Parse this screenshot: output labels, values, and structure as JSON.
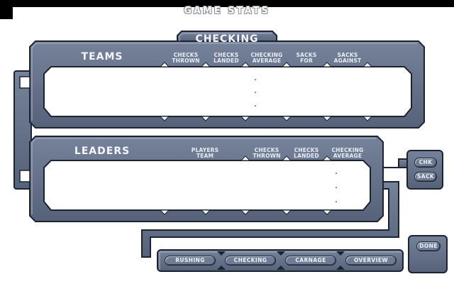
{
  "screen_title": "GAME STATS",
  "section_title": "CHECKING",
  "teams": {
    "title": "TEAMS",
    "columns": [
      "CHECKS\nTHROWN",
      "CHECKS\nLANDED",
      "CHECKING\nAVERAGE",
      "SACKS\nFOR",
      "SACKS\nAGAINST"
    ],
    "average_dots": [
      ".",
      ".",
      "."
    ]
  },
  "leaders": {
    "title": "LEADERS",
    "columns": [
      "PLAYERS\nTEAM",
      "CHECKS\nTHROWN",
      "CHECKS\nLANDED",
      "CHECKING\nAVERAGE"
    ],
    "average_dots": [
      ".",
      ".",
      "."
    ]
  },
  "side_buttons": {
    "chk": "CHK",
    "sack": "SACK"
  },
  "tabs": [
    "RUSHING",
    "CHECKING",
    "CARNAGE",
    "OVERVIEW"
  ],
  "done": "DONE",
  "colors": {
    "panel": "#5f6c84",
    "border": "#1c2432",
    "highlight": "#a9b4c8",
    "text": "#e8edf5"
  }
}
